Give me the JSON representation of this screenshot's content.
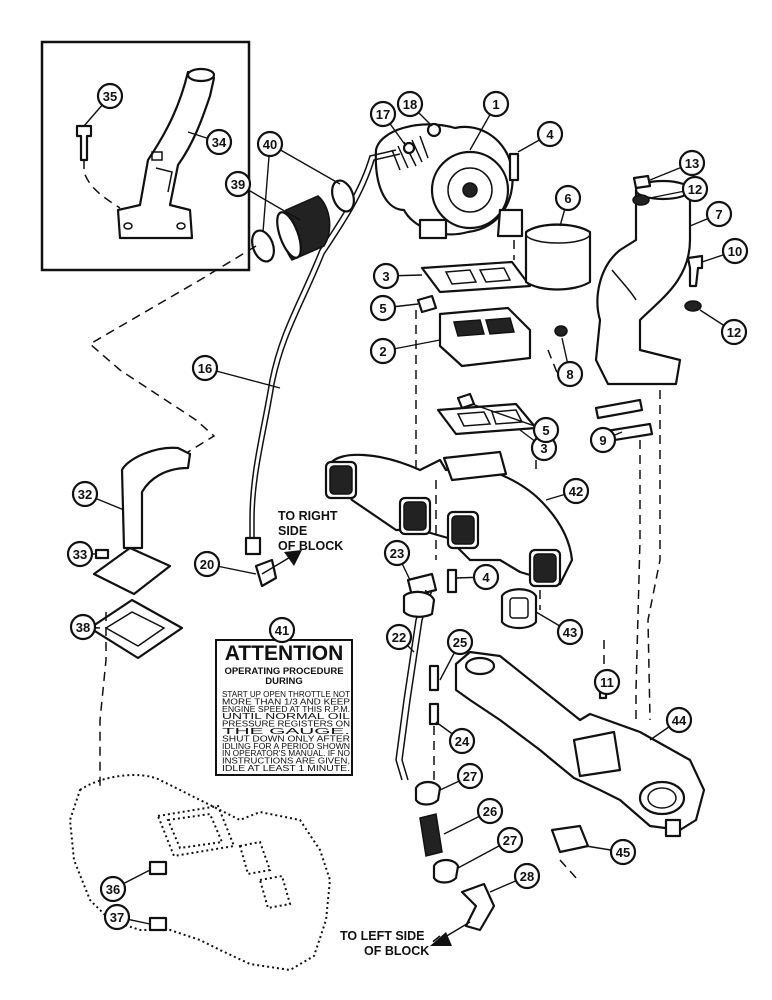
{
  "callouts": [
    "1",
    "2",
    "3",
    "3",
    "4",
    "4",
    "5",
    "5",
    "6",
    "7",
    "8",
    "9",
    "10",
    "11",
    "12",
    "12",
    "13",
    "16",
    "17",
    "18",
    "20",
    "22",
    "23",
    "24",
    "25",
    "26",
    "27",
    "27",
    "28",
    "32",
    "33",
    "34",
    "35",
    "36",
    "37",
    "38",
    "39",
    "40",
    "41",
    "42",
    "43",
    "44",
    "45"
  ],
  "notes": {
    "right_side": [
      "TO RIGHT",
      "SIDE",
      "OF BLOCK"
    ],
    "left_side": [
      "TO LEFT SIDE",
      "OF BLOCK"
    ]
  },
  "attention_decal": {
    "title": "ATTENTION",
    "subtitle": [
      "OPERATING PROCEDURE",
      "DURING"
    ],
    "lines": [
      "START UP OPEN THROTTLE NOT",
      "MORE THAN 1/3 AND KEEP",
      "ENGINE SPEED AT THIS R.P.M.",
      "UNTIL NORMAL OIL",
      "PRESSURE REGISTERS ON",
      "THE GAUGE.",
      "SHUT DOWN ONLY AFTER",
      "IDLING FOR A PERIOD SHOWN",
      "IN OPERATOR'S MANUAL. IF NO",
      "INSTRUCTIONS ARE GIVEN,",
      "IDLE AT LEAST 1 MINUTE."
    ]
  }
}
